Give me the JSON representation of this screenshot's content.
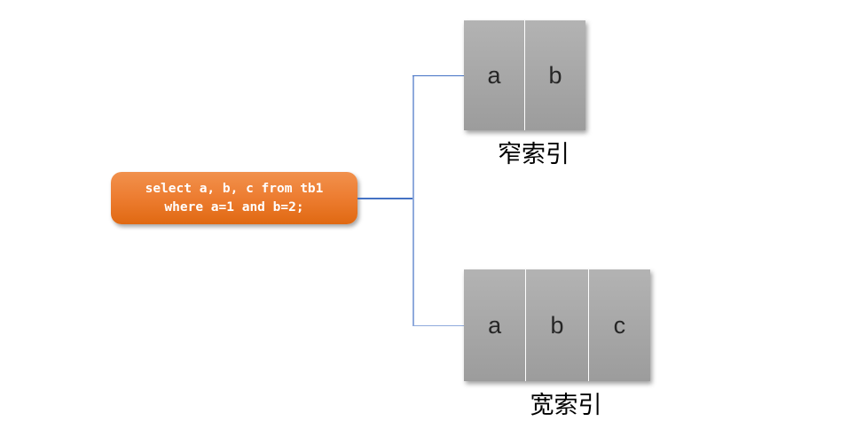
{
  "diagram": {
    "sql_box": {
      "line1": "select a, b, c from tb1",
      "line2": "where a=1 and b=2;"
    },
    "narrow_index": {
      "label": "窄索引",
      "cells": [
        "a",
        "b"
      ]
    },
    "wide_index": {
      "label": "宽索引",
      "cells": [
        "a",
        "b",
        "c"
      ]
    },
    "colors": {
      "orange_top": "#f1914d",
      "orange_mid": "#ed7d31",
      "orange_bottom": "#e06912",
      "gray_top": "#b3b3b3",
      "gray_bottom": "#9c9c9c",
      "connector_dark": "#4472c4",
      "connector_light": "#8faadc",
      "cell_text": "#262626",
      "label_text": "#000000",
      "sql_text": "#ffffff"
    }
  }
}
